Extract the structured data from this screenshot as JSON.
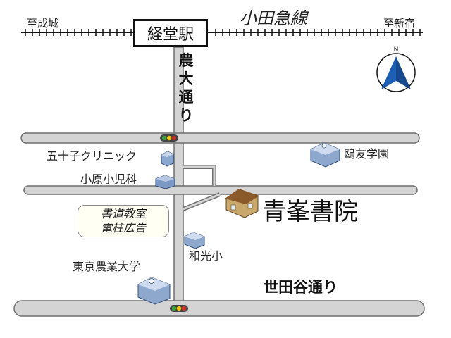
{
  "railway": {
    "line_name": "小田急線",
    "left_direction": "至成城",
    "right_direction": "至新宿",
    "station": "経堂駅"
  },
  "roads": {
    "vertical_road_chars": [
      "農",
      "大",
      "通",
      "り"
    ],
    "bottom_road": "世田谷通り"
  },
  "landmarks": {
    "clinic": "五十子クリニック",
    "pediatrics": "小原小児科",
    "kamome_school": "鴎友学園",
    "wako_elementary": "和光小",
    "tokyo_agri_univ": "東京農業大学"
  },
  "destination": {
    "name": "青峯書院"
  },
  "callout": {
    "line1": "書道教室",
    "line2": "電柱広告"
  },
  "colors": {
    "road_fill": "#d4d4d4",
    "road_stroke": "#6f6f6f",
    "compass_blue": "#1d5fb4",
    "signal_yellow": "#f2c200",
    "signal_green": "#3aa33a",
    "signal_red": "#d0302a"
  },
  "icons": [
    "compass-icon",
    "traffic-signal-icon",
    "building-icon",
    "school-icon",
    "house-icon"
  ]
}
